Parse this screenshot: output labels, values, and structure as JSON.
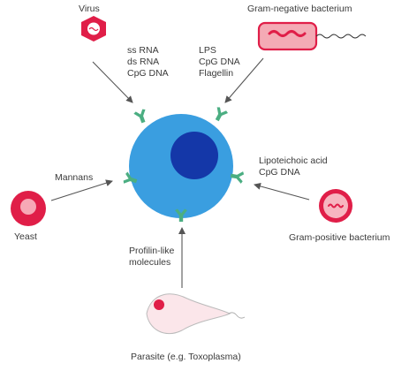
{
  "colors": {
    "cell": "#3a9ee0",
    "nucleus": "#1437a8",
    "receptor": "#4bae82",
    "pathogen_red": "#e01e48",
    "arrow": "#555555"
  },
  "pathogens": {
    "virus": {
      "name": "Virus",
      "icon": "virus-hexagon-icon"
    },
    "gram_negative": {
      "name": "Gram-negative bacterium",
      "icon": "rod-bacterium-flagellum-icon"
    },
    "yeast": {
      "name": "Yeast",
      "icon": "yeast-cell-icon"
    },
    "gram_positive": {
      "name": "Gram-positive bacterium",
      "icon": "round-bacterium-icon"
    },
    "parasite": {
      "name": "Parasite (e.g. Toxoplasma)",
      "icon": "parasite-flagellate-icon"
    }
  },
  "ligands": {
    "virus": [
      "ss RNA",
      "ds RNA",
      "CpG DNA"
    ],
    "gram_negative": [
      "LPS",
      "CpG DNA",
      "Flagellin"
    ],
    "yeast": [
      "Mannans"
    ],
    "gram_positive": [
      "Lipoteichoic acid",
      "CpG DNA"
    ],
    "parasite": [
      "Profilin-like",
      "molecules"
    ]
  },
  "cell": {
    "icon": "immune-cell-icon",
    "receptor_icon": "y-receptor-icon"
  }
}
